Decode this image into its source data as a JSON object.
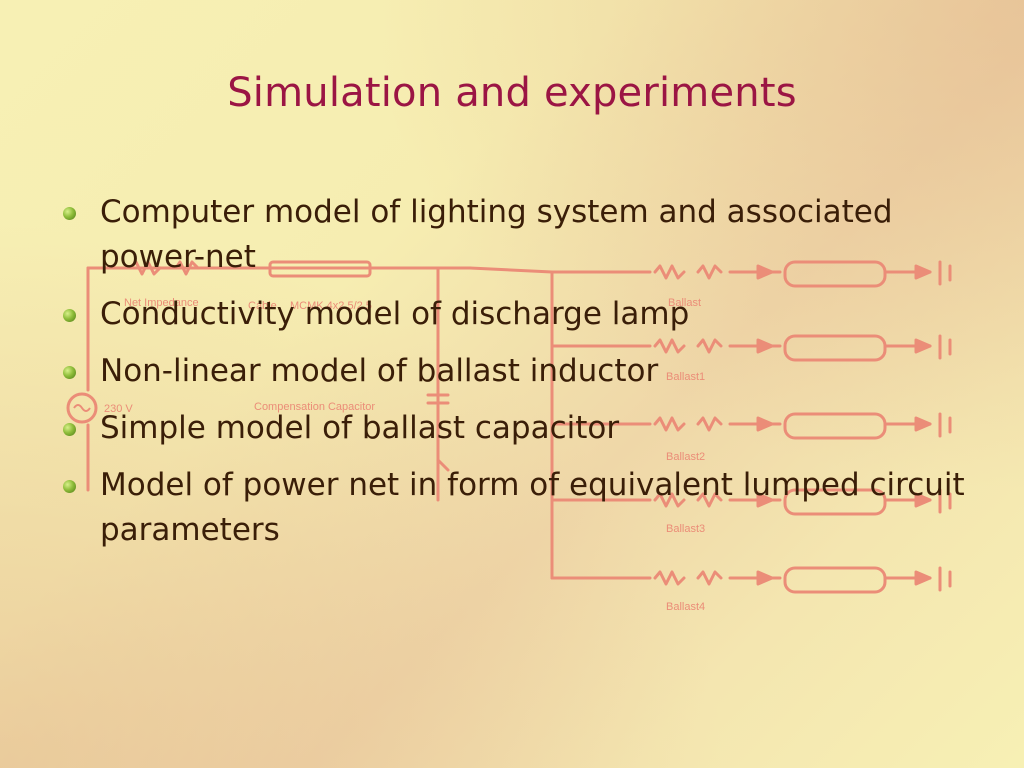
{
  "slide": {
    "title": "Simulation and experiments"
  },
  "bullets": [
    "Computer model of lighting system and associated power-net",
    "Conductivity model of discharge lamp",
    "Non-linear model of ballast inductor",
    "Simple model of ballast capacitor",
    "Model of power net in form of equivalent lumped circuit parameters"
  ],
  "diagram": {
    "labels": {
      "net_impedance": "Net Impedance",
      "cable": "Cable",
      "cable_spec": "MCMK 4x2.5/2.5",
      "source": "230 V",
      "compensation_capacitor": "Compensation Capacitor",
      "ballasts": [
        "Ballast",
        "Ballast1",
        "Ballast2",
        "Ballast3",
        "Ballast4"
      ]
    }
  },
  "colors": {
    "title": "#9b1544",
    "text": "#3a1e08",
    "diagram": "#eb8d78",
    "bullet": "#8fbd3a"
  }
}
